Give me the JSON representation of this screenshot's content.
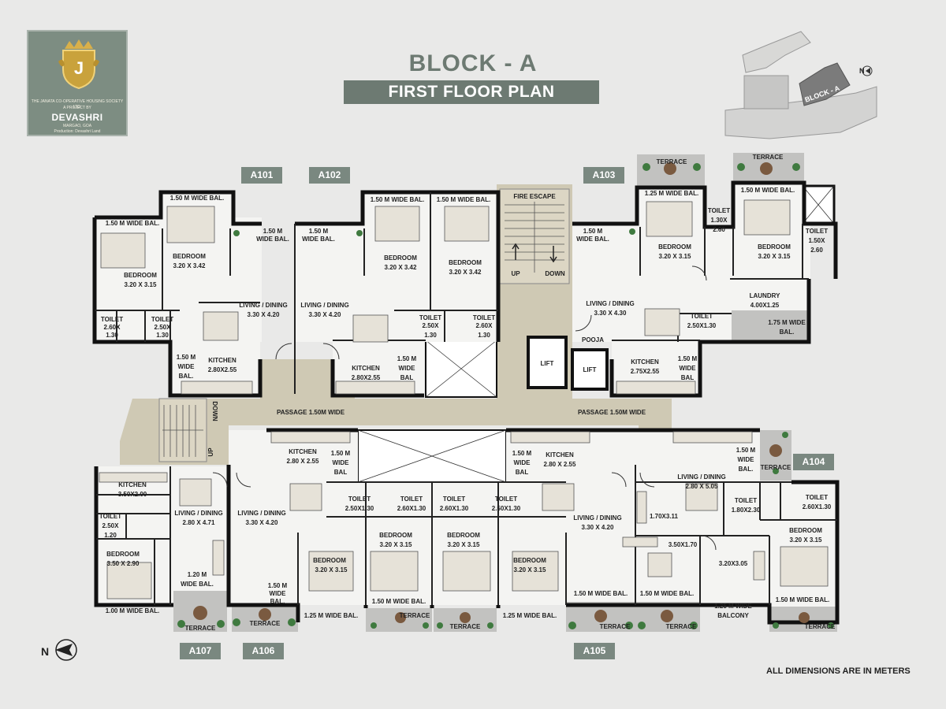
{
  "logo": {
    "letter": "J",
    "society": "THE JANATA CO-OPERATIVE HOUSING SOCIETY LTD.",
    "project_by": "A PROJECT BY",
    "brand": "DEVASHRI",
    "location": "MARGAO, GOA",
    "developer": "Production: Devashri Land"
  },
  "header": {
    "block": "BLOCK - A",
    "plan": "FIRST FLOOR PLAN"
  },
  "key_plan": {
    "block_label": "BLOCK - A",
    "north": "N"
  },
  "north_bottom": "N",
  "units": {
    "a101": "A101",
    "a102": "A102",
    "a103": "A103",
    "a104": "A104",
    "a105": "A105",
    "a106": "A106",
    "a107": "A107"
  },
  "rooms": {
    "a101_bal1": "1.50 M WIDE BAL.",
    "a101_bal2": "1.50 M WIDE BAL.",
    "a101_bed1_name": "BEDROOM",
    "a101_bed1_size": "3.20 X 3.15",
    "a101_bed2_name": "BEDROOM",
    "a101_bed2_size": "3.20 X 3.42",
    "a101_bal3_l1": "1.50 M",
    "a101_bal3_l2": "WIDE BAL.",
    "a101_living_name": "LIVING / DINING",
    "a101_living_size": "3.30 X 4.20",
    "a101_toilet1_name": "TOILET",
    "a101_toilet1_size": "2.60X",
    "a101_toilet1_size2": "1.30",
    "a101_toilet2_name": "TOILET",
    "a101_toilet2_size": "2.50X",
    "a101_toilet2_size2": "1.30",
    "a101_kbal_l1": "1.50 M",
    "a101_kbal_l2": "WIDE",
    "a101_kbal_l3": "BAL.",
    "a101_kitchen_name": "KITCHEN",
    "a101_kitchen_size": "2.80X2.55",
    "a102_bal1_l1": "1.50 M",
    "a102_bal1_l2": "WIDE BAL.",
    "a102_living_name": "LIVING / DINING",
    "a102_living_size": "3.30 X 4.20",
    "a102_bal2": "1.50 M WIDE BAL.",
    "a102_bed1_name": "BEDROOM",
    "a102_bed1_size": "3.20 X 3.42",
    "a102_bal3": "1.50 M WIDE BAL.",
    "a102_bed2_name": "BEDROOM",
    "a102_bed2_size": "3.20 X 3.42",
    "a102_toilet1_name": "TOILET",
    "a102_toilet1_size": "2.50X",
    "a102_toilet1_size2": "1.30",
    "a102_toilet2_name": "TOILET",
    "a102_toilet2_size": "2.60X",
    "a102_toilet2_size2": "1.30",
    "a102_kitchen_name": "KITCHEN",
    "a102_kitchen_size": "2.80X2.55",
    "a102_kbal_l1": "1.50 M",
    "a102_kbal_l2": "WIDE",
    "a102_kbal_l3": "BAL",
    "fire_escape": "FIRE ESCAPE",
    "stair_up": "UP",
    "stair_down": "DOWN",
    "lift1": "LIFT",
    "lift2": "LIFT",
    "pooja": "POOJA",
    "a103_bal1_l1": "1.50 M",
    "a103_bal1_l2": "WIDE BAL.",
    "a103_terrace1": "TERRACE",
    "a103_bal2": "1.25 M WIDE BAL.",
    "a103_bed1_name": "BEDROOM",
    "a103_bed1_size": "3.20 X 3.15",
    "a103_toilet1_name": "TOILET",
    "a103_toilet1_size": "1.30X",
    "a103_toilet1_size2": "2.60",
    "a103_terrace2": "TERRACE",
    "a103_bal3": "1.50 M WIDE BAL.",
    "a103_bed2_name": "BEDROOM",
    "a103_bed2_size": "3.20 X 3.15",
    "a103_toilet2_name": "TOILET",
    "a103_toilet2_size": "1.50X",
    "a103_toilet2_size2": "2.60",
    "a103_living_name": "LIVING / DINING",
    "a103_living_size": "3.30 X 4.30",
    "a103_laundry_name": "LAUNDRY",
    "a103_laundry_size": "4.00X1.25",
    "a103_toilet3_name": "TOILET",
    "a103_toilet3_size": "2.50X1.30",
    "a103_bal4_l1": "1.75 M WIDE",
    "a103_bal4_l2": "BAL.",
    "a103_kitchen_name": "KITCHEN",
    "a103_kitchen_size": "2.75X2.55",
    "a103_kbal_l1": "1.50 M",
    "a103_kbal_l2": "WIDE",
    "a103_kbal_l3": "BAL",
    "stair2_down": "DOWN",
    "stair2_up": "UP",
    "passage1": "PASSAGE 1.50M WIDE",
    "passage2": "PASSAGE 1.50M WIDE",
    "a107_kitchen_name": "KITCHEN",
    "a107_kitchen_size": "3.50X2.00",
    "a107_toilet_name": "TOILET",
    "a107_toilet_size": "2.50X",
    "a107_toilet_size2": "1.20",
    "a107_bed_name": "BEDROOM",
    "a107_bed_size": "3.50 X 2.90",
    "a107_bal1": "1.00 M WIDE BAL.",
    "a107_living_name": "LIVING / DINING",
    "a107_living_size": "2.80 X 4.71",
    "a107_bal2_l1": "1.20 M",
    "a107_bal2_l2": "WIDE BAL.",
    "a107_terrace": "TERRACE",
    "a106_kitchen_name": "KITCHEN",
    "a106_kitchen_size": "2.80 X 2.55",
    "a106_kbal_l1": "1.50 M",
    "a106_kbal_l2": "WIDE",
    "a106_kbal_l3": "BAL",
    "a106_living_name": "LIVING / DINING",
    "a106_living_size": "3.30 X 4.20",
    "a106_bal1_l1": "1.50 M",
    "a106_bal1_l2": "WIDE",
    "a106_bal1_l3": "BAL.",
    "a106_terrace": "TERRACE",
    "a106_toilet1_name": "TOILET",
    "a106_toilet1_size": "2.50X1.30",
    "a106_toilet2_name": "TOILET",
    "a106_toilet2_size": "2.60X1.30",
    "a106_bed1_name": "BEDROOM",
    "a106_bed1_size": "3.20 X 3.15",
    "a106_bal2": "1.25 M WIDE BAL.",
    "a106_bed2_name": "BEDROOM",
    "a106_bed2_size": "3.20 X 3.15",
    "a106_bal3": "1.50 M WIDE BAL.",
    "a106_terrace2": "TERRACE",
    "a105_toilet1_name": "TOILET",
    "a105_toilet1_size": "2.60X1.30",
    "a105_toilet2_name": "TOILET",
    "a105_toilet2_size": "2.50X1.30",
    "a105_bed1_name": "BEDROOM",
    "a105_bed1_size": "3.20 X 3.15",
    "a105_bed2_name": "BEDROOM",
    "a105_bed2_size": "3.20 X 3.15",
    "a105_terrace1": "TERRACE",
    "a105_bal1": "1.25 M WIDE BAL.",
    "a105_kbal_l1": "1.50 M",
    "a105_kbal_l2": "WIDE",
    "a105_kbal_l3": "BAL",
    "a105_kitchen_name": "KITCHEN",
    "a105_kitchen_size": "2.80 X 2.55",
    "a105_living_name": "LIVING / DINING",
    "a105_living_size": "3.30 X 4.20",
    "a105_bal2": "1.50 M WIDE BAL.",
    "a105_terrace2": "TERRACE",
    "a104_kitchen_l1": "1.50 M",
    "a104_kitchen_l2": "WIDE",
    "a104_kitchen_l3": "BAL.",
    "a104_terrace1": "TERRACE",
    "a104_living_name": "LIVING / DINING",
    "a104_living_size": "2.80 X 5.05",
    "a104_lobby": "1.70X3.11",
    "a104_toilet1_name": "TOILET",
    "a104_toilet1_size": "1.80X2.30",
    "a104_toilet2_name": "TOILET",
    "a104_toilet2_size": "2.60X1.30",
    "a104_bed1_name": "BEDROOM",
    "a104_bed1_size": "3.20 X 3.15",
    "a104_study": "3.50X1.70",
    "a104_room": "3.20X3.05",
    "a104_bal1": "1.50 M WIDE BAL.",
    "a104_terrace2": "TERRACE",
    "a104_bal2": "1.25 M WIDE",
    "a104_bal2b": "BALCONY",
    "a104_bal3": "1.50 M WIDE BAL.",
    "a104_terrace3": "TERRACE"
  },
  "footer_note": "ALL DIMENSIONS ARE IN METERS"
}
